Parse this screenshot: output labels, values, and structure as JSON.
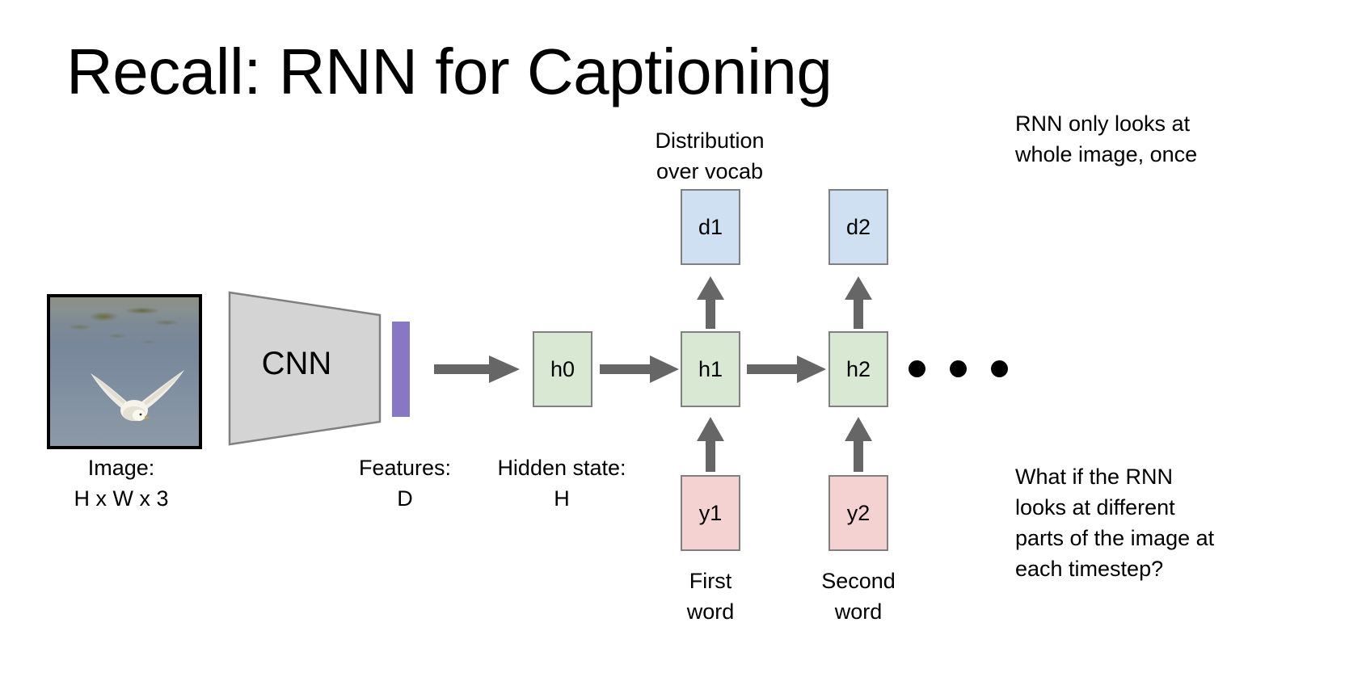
{
  "slide": {
    "title": "Recall: RNN for Captioning",
    "background_color": "#ffffff"
  },
  "notes": {
    "top_right": "RNN only looks at\nwhole image, once",
    "bottom_right": "What if the RNN\nlooks at different\nparts of the image at\neach timestep?"
  },
  "diagram": {
    "image": {
      "label": "Image:\nH x W x 3",
      "alt": "photograph of a seagull flying over water"
    },
    "cnn": {
      "label": "CNN"
    },
    "features": {
      "label": "Features:\nD",
      "color": "#8878c3"
    },
    "hidden_state_label": "Hidden state:\nH",
    "distribution_label": "Distribution\nover vocab",
    "hidden_states": [
      {
        "name": "h0"
      },
      {
        "name": "h1"
      },
      {
        "name": "h2"
      }
    ],
    "distributions": [
      {
        "name": "d1"
      },
      {
        "name": "d2"
      }
    ],
    "words": [
      {
        "name": "y1",
        "caption": "First\nword"
      },
      {
        "name": "y2",
        "caption": "Second\nword"
      }
    ],
    "ellipsis_dots": 3,
    "colors": {
      "hidden_state_fill": "#d9e8d3",
      "distribution_fill": "#cfe0f2",
      "word_fill": "#f5d2d2",
      "box_border": "#808080",
      "arrow": "#666666",
      "cnn_fill": "#d4d4d4",
      "cnn_border": "#808080",
      "text": "#000000"
    }
  }
}
